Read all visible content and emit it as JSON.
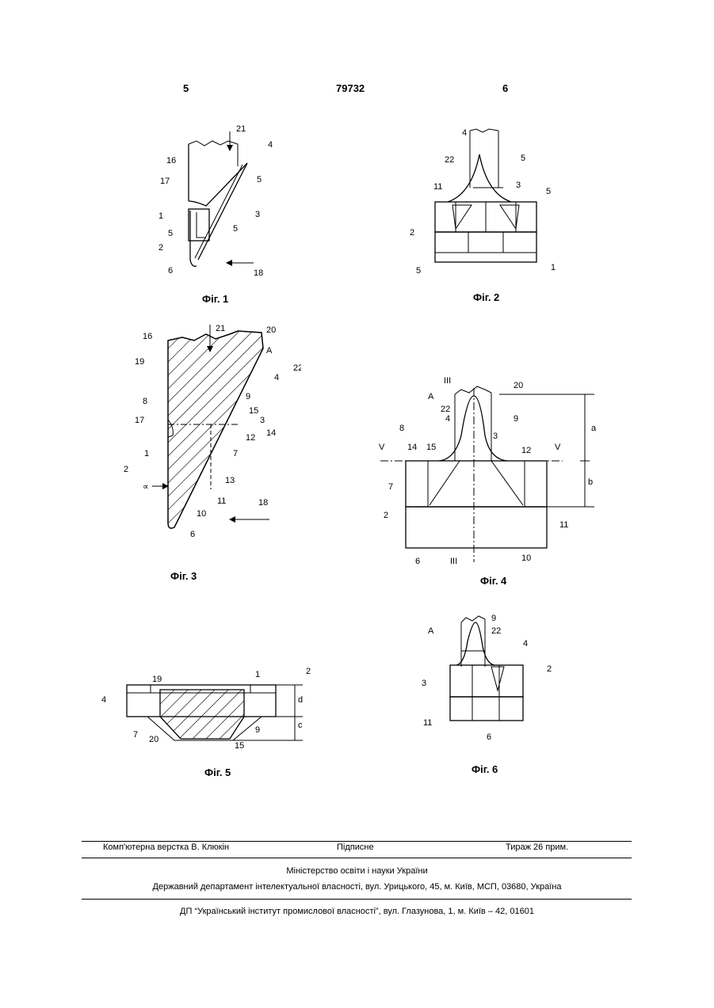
{
  "header": {
    "left_page": "5",
    "patent_number": "79732",
    "right_page": "6"
  },
  "figures": {
    "fig1": {
      "caption": "Фіг. 1",
      "labels": {
        "l21": "21",
        "l4": "4",
        "l16": "16",
        "l17": "17",
        "l5a": "5",
        "l3": "3",
        "l1": "1",
        "l5b": "5",
        "l5c": "5",
        "l2": "2",
        "l6": "6",
        "l18": "18"
      }
    },
    "fig2": {
      "caption": "Фіг. 2",
      "labels": {
        "l4": "4",
        "l22": "22",
        "l5a": "5",
        "l11": "11",
        "l3": "3",
        "l5b": "5",
        "l2": "2",
        "l5c": "5",
        "l1": "1"
      }
    },
    "fig3": {
      "caption": "Фіг. 3",
      "labels": {
        "l21": "21",
        "l20": "20",
        "l16": "16",
        "lA": "A",
        "l19": "19",
        "l22": "22",
        "l4": "4",
        "l8": "8",
        "l9": "9",
        "l15": "15",
        "l17": "17",
        "l3": "3",
        "l12": "12",
        "l14": "14",
        "l1": "1",
        "l7": "7",
        "l2": "2",
        "l13": "13",
        "lalpha": "∝",
        "l11": "11",
        "l18": "18",
        "l10": "10",
        "l6": "6"
      }
    },
    "fig4": {
      "caption": "Фіг. 4",
      "labels": {
        "lIIIt": "III",
        "l20": "20",
        "lA": "A",
        "l22": "22",
        "l4": "4",
        "l9": "9",
        "la": "a",
        "l8": "8",
        "l15": "15",
        "l3": "3",
        "lVl": "V",
        "l14": "14",
        "l12": "12",
        "lVr": "V",
        "l7": "7",
        "lb": "b",
        "l2": "2",
        "l11": "11",
        "l6": "6",
        "lIIIb": "III",
        "l10": "10"
      }
    },
    "fig5": {
      "caption": "Фіг. 5",
      "labels": {
        "l19": "19",
        "l1": "1",
        "l2": "2",
        "l4": "4",
        "ld": "d",
        "l9": "9",
        "l7": "7",
        "lc": "c",
        "l20": "20",
        "l15": "15"
      }
    },
    "fig6": {
      "caption": "Фіг. 6",
      "labels": {
        "l9": "9",
        "lA": "A",
        "l22": "22",
        "l4": "4",
        "l2": "2",
        "l3": "3",
        "l11": "11",
        "l6": "6"
      }
    }
  },
  "footer": {
    "typesetting": "Комп'ютерна верстка В. Клюкін",
    "subscription": "Підписне",
    "circulation": "Тираж 26 прим.",
    "ministry": "Міністерство освіти і науки України",
    "department": "Державний департамент інтелектуальної власності, вул. Урицького, 45, м. Київ, МСП, 03680, Україна",
    "institute": "ДП “Український інститут промислової власності”, вул. Глазунова, 1, м. Київ – 42, 01601"
  }
}
